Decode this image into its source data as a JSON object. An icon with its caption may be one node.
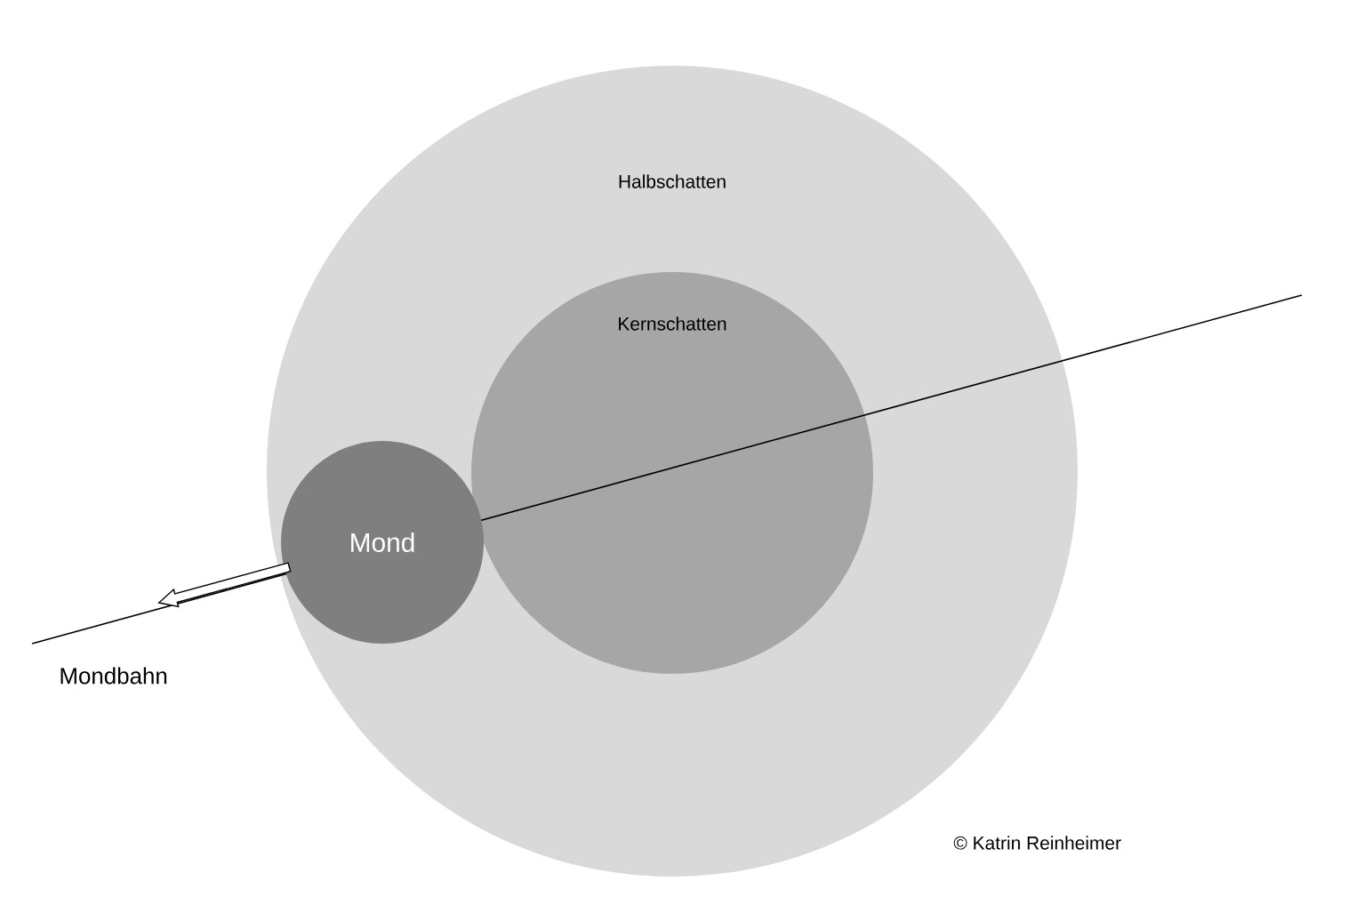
{
  "diagram": {
    "nodes": [
      {
        "text": [
          "Halbschatten"
        ]
      },
      {
        "text": [
          "Kernschatten"
        ],
        "in": 0
      },
      {
        "text": [
          "Mond"
        ],
        "in": 0
      }
    ],
    "labels": [
      "Mondbahn",
      "© Katrin Reinheimer"
    ]
  }
}
